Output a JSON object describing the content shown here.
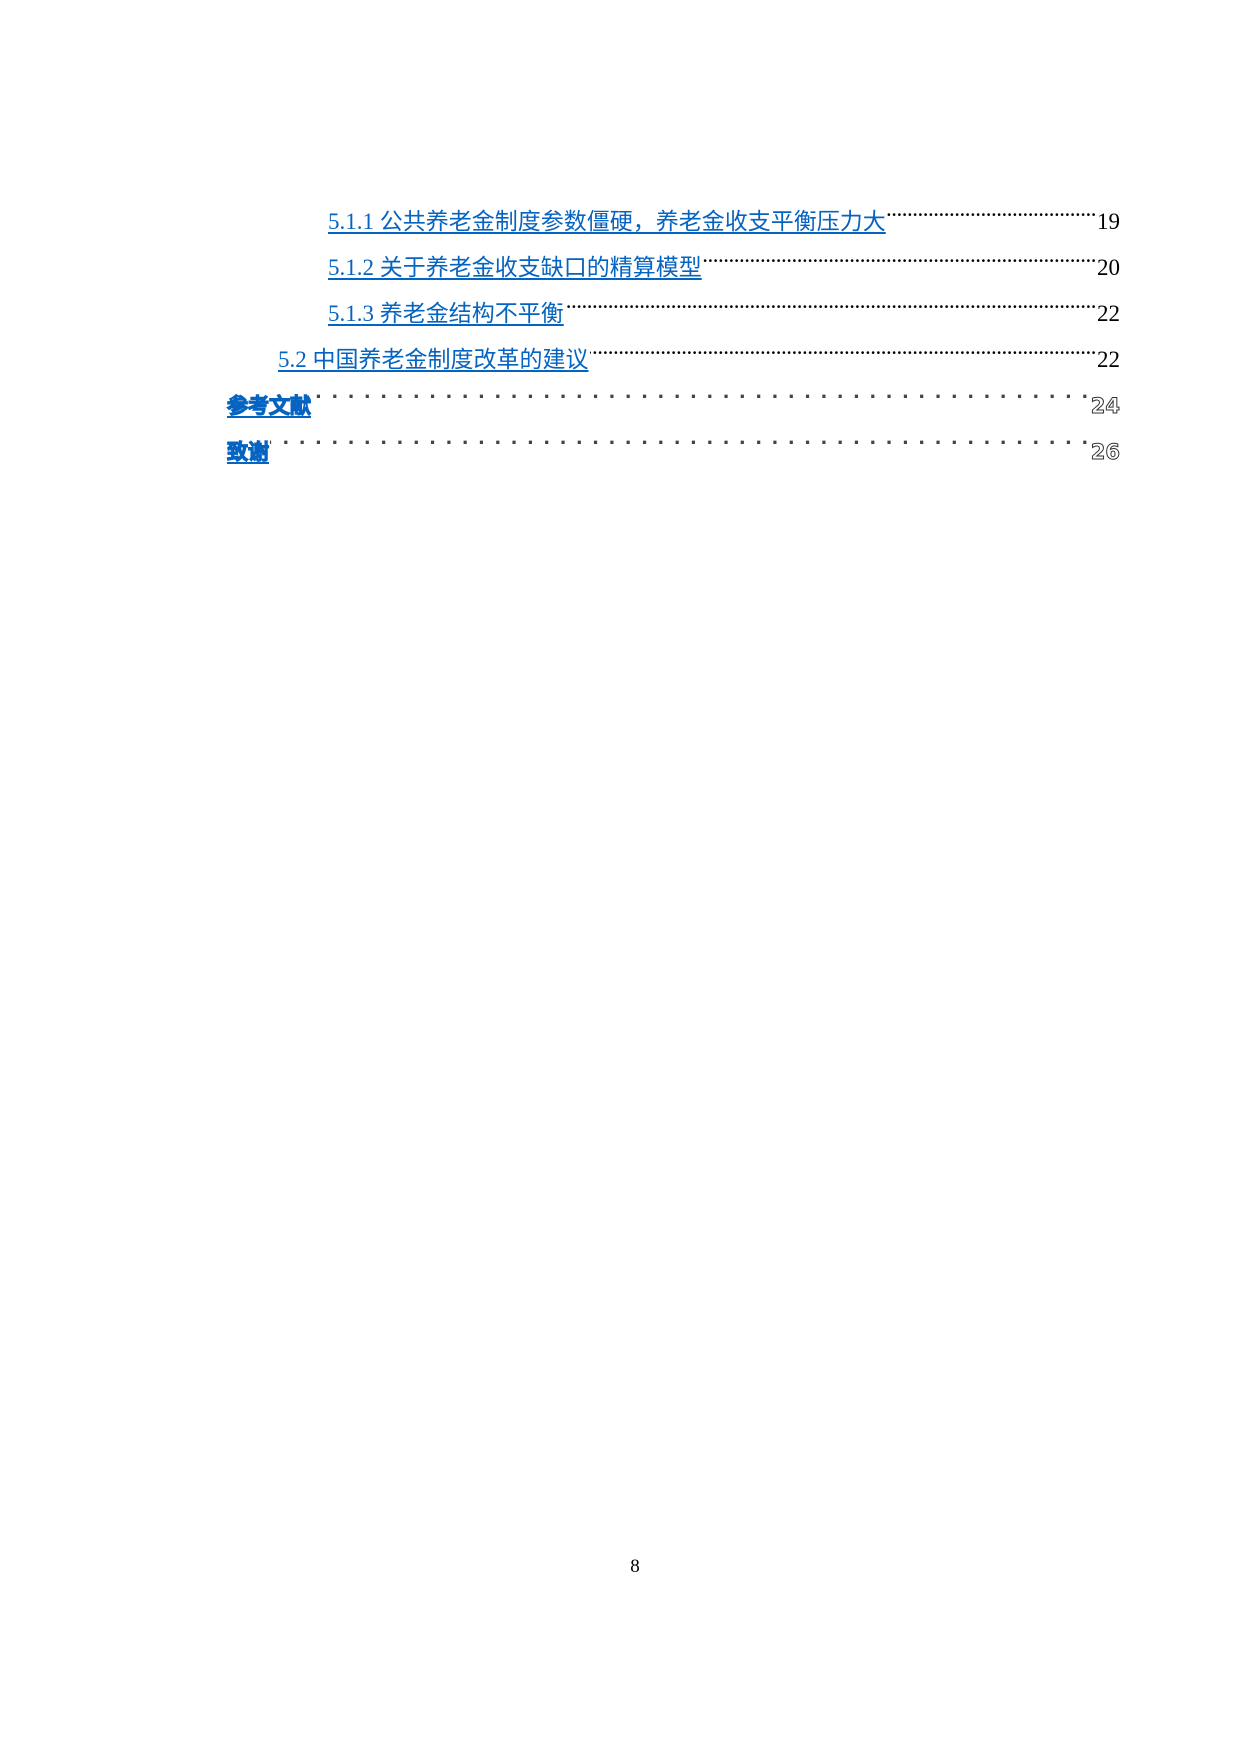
{
  "document": {
    "type": "table_of_contents",
    "link_color": "#0563C1",
    "text_color": "#000000"
  },
  "toc": {
    "entries": [
      {
        "level": 3,
        "title": "5.1.1 公共养老金制度参数僵硬，养老金收支平衡压力大",
        "page": "19"
      },
      {
        "level": 3,
        "title": "5.1.2 关于养老金收支缺口的精算模型",
        "page": "20"
      },
      {
        "level": 3,
        "title": "5.1.3 养老金结构不平衡",
        "page": "22"
      },
      {
        "level": 2,
        "title": "5.2 中国养老金制度改革的建议",
        "page": "22"
      },
      {
        "level": 1,
        "title": "参考文献",
        "page": "24"
      },
      {
        "level": 1,
        "title": "致谢",
        "page": "26"
      }
    ]
  },
  "footer": {
    "page_number": "8"
  }
}
